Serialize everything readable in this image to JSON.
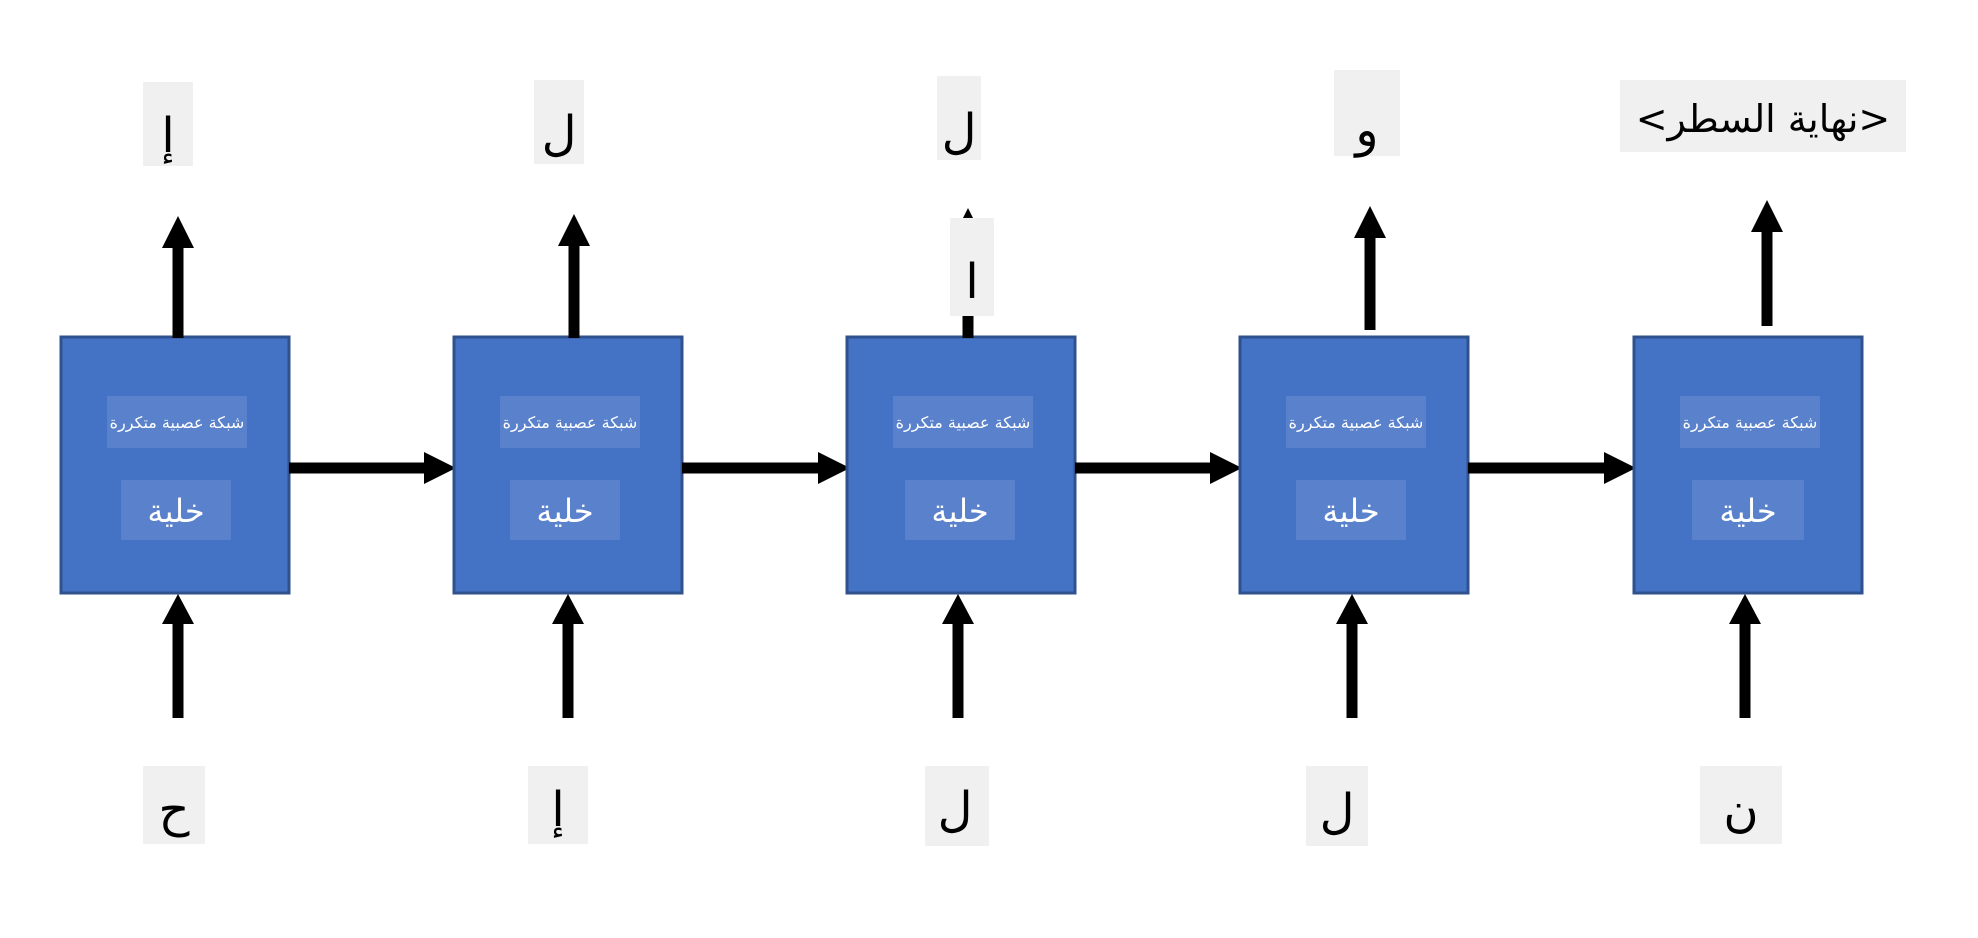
{
  "cells": [
    {
      "network_label": "شبكة عصبية متكررة",
      "cell_label": "خلية",
      "input_char": "ح",
      "output_char": "إ"
    },
    {
      "network_label": "شبكة عصبية متكررة",
      "cell_label": "خلية",
      "input_char": "إ",
      "output_char": "ل"
    },
    {
      "network_label": "شبكة عصبية متكررة",
      "cell_label": "خلية",
      "input_char": "ل",
      "output_char": "ل",
      "output_char_secondary": "ا"
    },
    {
      "network_label": "شبكة عصبية متكررة",
      "cell_label": "خلية",
      "input_char": "ل",
      "output_char": "و"
    },
    {
      "network_label": "شبكة عصبية متكررة",
      "cell_label": "خلية",
      "input_char": "ن",
      "output_char": "<نهاية السطر>"
    }
  ],
  "colors": {
    "cell_fill": "#4472c4",
    "cell_border": "#2f528f",
    "arrow": "#000000",
    "label_patch": "#f0f0f0"
  }
}
